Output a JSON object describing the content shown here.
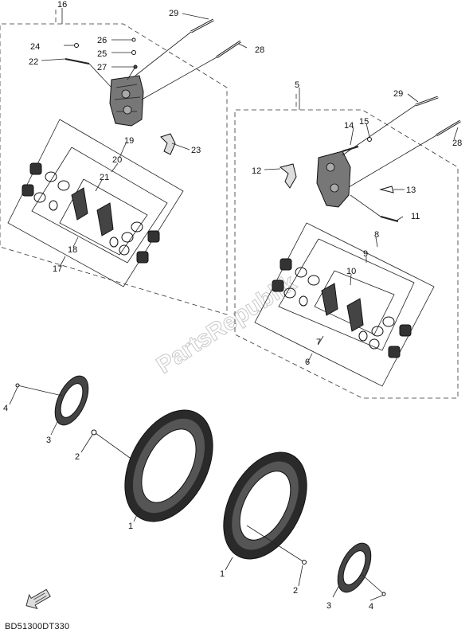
{
  "labels": {
    "l16": "16",
    "l29a": "29",
    "l26": "26",
    "l24": "24",
    "l25": "25",
    "l28a": "28",
    "l22": "22",
    "l27": "27",
    "l19": "19",
    "l23": "23",
    "l20": "20",
    "l21": "21",
    "l18": "18",
    "l17": "17",
    "l5": "5",
    "l29b": "29",
    "l14": "14",
    "l15": "15",
    "l28b": "28",
    "l12": "12",
    "l13": "13",
    "l11": "11",
    "l8": "8",
    "l9": "9",
    "l10": "10",
    "l7": "7",
    "l6": "6",
    "l4a": "4",
    "l3a": "3",
    "l2a": "2",
    "l1a": "1",
    "l1b": "1",
    "l2b": "2",
    "l3b": "3",
    "l4b": "4"
  },
  "watermark": "PartsRepublik",
  "diagram_code": "BD51300DT330",
  "front_arrow_icon": "front-arrow-icon"
}
